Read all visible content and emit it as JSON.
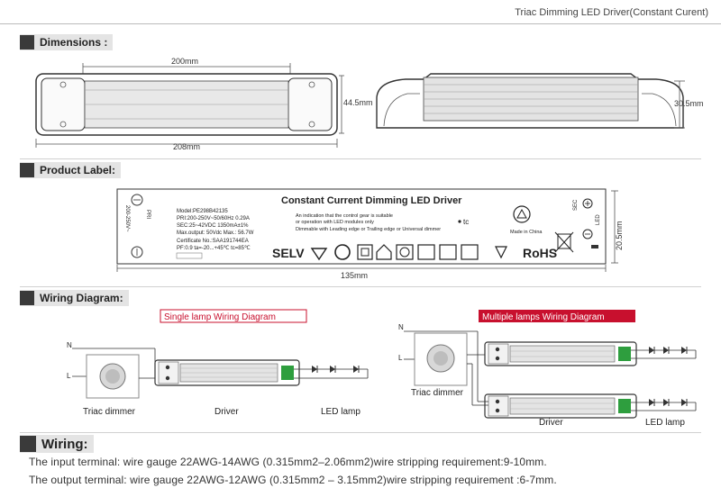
{
  "header": {
    "title": "Triac Dimming LED Driver(Constant Curent)"
  },
  "sections": {
    "dimensions": "Dimensions :",
    "product_label": "Product Label:",
    "wiring_diagram": "Wiring Diagram:",
    "wiring": "Wiring:"
  },
  "dimensions": {
    "length_inner": "200mm",
    "length_total": "208mm",
    "width": "44.5mm",
    "height": "30.5mm"
  },
  "product_label": {
    "title": "Constant Current Dimming LED  Driver",
    "model": "Model:PE298B42135",
    "pri": "PRI:200-250V~50/60Hz 0.29A",
    "sec": "SEC:25~42VDC  1350mA±1%",
    "max_output": "Max.output: 50Vdc   Max.: 56.7W",
    "certificate": "Certificate No.:SAA191744EA",
    "pf": "PF:0.9  ta=-20...+45℃  tc=85℃",
    "notice_1": "An indication that the control gear is suitable",
    "notice_2": "or operation with LED modules only",
    "notice_3": "Dimmable with Leading edge or Trailing edge or Universal dimmer",
    "made_in": "Made in China",
    "tc_mark": "tc",
    "selv": "SELV",
    "rohs": "RoHS",
    "pri_side": "PRI",
    "pri_voltage": "200-250V~",
    "sec_side": "SEC",
    "led_side": "LED",
    "label_width": "135mm",
    "label_height": "20.5mm"
  },
  "single_diagram": {
    "title": "Single lamp Wiring Diagram",
    "n": "N",
    "l": "L",
    "dimmer": "Triac  dimmer",
    "driver": "Driver",
    "lamp": "LED lamp"
  },
  "multiple_diagram": {
    "title": "Multiple lamps Wiring Diagram",
    "n": "N",
    "l": "L",
    "dimmer": "Triac  dimmer",
    "driver": "Driver",
    "lamp": "LED lamp"
  },
  "wiring": {
    "input": "The input terminal: wire gauge 22AWG-14AWG (0.315mm2–2.06mm2)wire stripping requirement:9-10mm.",
    "output": "The output terminal: wire gauge 22AWG-12AWG (0.315mm2 – 3.15mm2)wire stripping requirement :6-7mm."
  },
  "colors": {
    "accent_red": "#c8102e",
    "terminal_green": "#2e9e3e",
    "header_grey": "#3a3a3a"
  }
}
